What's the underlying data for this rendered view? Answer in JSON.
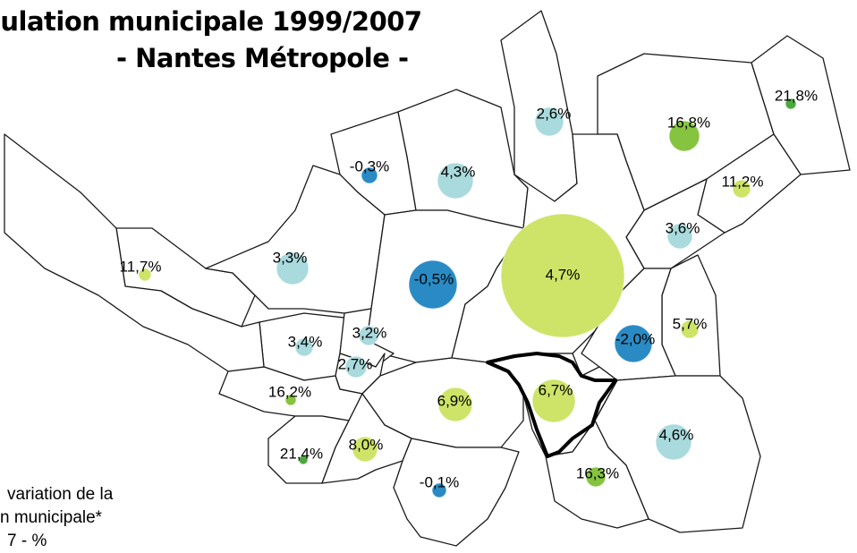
{
  "title": {
    "line1": "ulation municipale 1999/2007",
    "line2": "- Nantes Métropole -"
  },
  "legend": {
    "line1": "variation de la",
    "line2": "n municipale*",
    "line3": "7 - %"
  },
  "colors": {
    "negative": "#2a8bc4",
    "low": "#a9dadd",
    "medium": "#cde468",
    "high": "#86c43f",
    "highest": "#4aa93c",
    "outline": "#1a1a1a"
  },
  "communes": [
    {
      "label": "2,6%",
      "value": 2.6,
      "cls": "low"
    },
    {
      "label": "16,8%",
      "value": 16.8,
      "cls": "high"
    },
    {
      "label": "21,8%",
      "value": 21.8,
      "cls": "highest"
    },
    {
      "label": "-0,3%",
      "value": -0.3,
      "cls": "negative"
    },
    {
      "label": "4,3%",
      "value": 4.3,
      "cls": "low"
    },
    {
      "label": "11,2%",
      "value": 11.2,
      "cls": "medium"
    },
    {
      "label": "3,6%",
      "value": 3.6,
      "cls": "low"
    },
    {
      "label": "11,7%",
      "value": 11.7,
      "cls": "medium"
    },
    {
      "label": "3,3%",
      "value": 3.3,
      "cls": "low"
    },
    {
      "label": "-0,5%",
      "value": -0.5,
      "cls": "negative"
    },
    {
      "label": "4,7%",
      "value": 4.7,
      "cls": "medium"
    },
    {
      "label": "5,7%",
      "value": 5.7,
      "cls": "medium"
    },
    {
      "label": "-2,0%",
      "value": -2.0,
      "cls": "negative"
    },
    {
      "label": "3,4%",
      "value": 3.4,
      "cls": "low"
    },
    {
      "label": "3,2%",
      "value": 3.2,
      "cls": "low"
    },
    {
      "label": "2,7%",
      "value": 2.7,
      "cls": "low"
    },
    {
      "label": "16,2%",
      "value": 16.2,
      "cls": "high"
    },
    {
      "label": "6,9%",
      "value": 6.9,
      "cls": "medium"
    },
    {
      "label": "6,7%",
      "value": 6.7,
      "cls": "medium"
    },
    {
      "label": "4,6%",
      "value": 4.6,
      "cls": "low"
    },
    {
      "label": "21,4%",
      "value": 21.4,
      "cls": "highest"
    },
    {
      "label": "8,0%",
      "value": 8.0,
      "cls": "medium"
    },
    {
      "label": "-0,1%",
      "value": -0.1,
      "cls": "negative"
    },
    {
      "label": "16,3%",
      "value": 16.3,
      "cls": "high"
    }
  ]
}
